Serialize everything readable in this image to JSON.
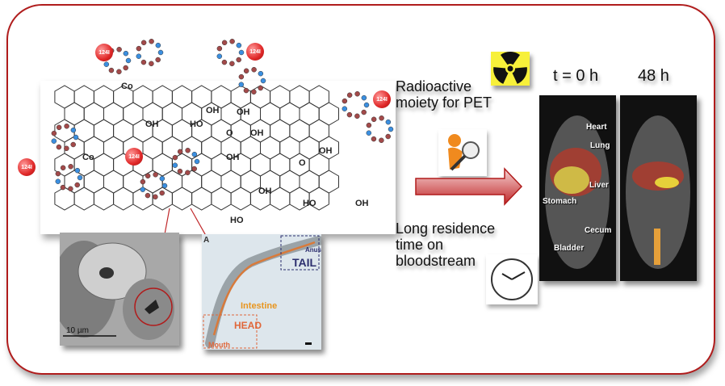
{
  "figure": {
    "text_radioactive": "Radioactive\nmoiety for PET",
    "text_residence": "Long residence\ntime on\nbloodstream",
    "time_labels": [
      "t = 0 h",
      "48 h"
    ],
    "pet_organs": [
      "Heart",
      "Lung",
      "Liver",
      "Stomach",
      "Cecum",
      "Bladder"
    ],
    "tem_scale": "10 µm",
    "worm_labels": {
      "anus": "Anus",
      "tail": "TAIL",
      "intestine": "Intestine",
      "head": "HEAD",
      "mouth": "Mouth",
      "panel": "A"
    },
    "chem_labels": {
      "oh": "OH",
      "ho": "HO",
      "o": "O",
      "co": "Co",
      "iodine": "124I"
    }
  },
  "colors": {
    "frame": "#b01c1c",
    "arrow": "#c0282a",
    "radiation_bg": "#f7f03a",
    "intestine": "#e8951e",
    "head": "#e0673a",
    "tail": "#2c2e6e"
  }
}
